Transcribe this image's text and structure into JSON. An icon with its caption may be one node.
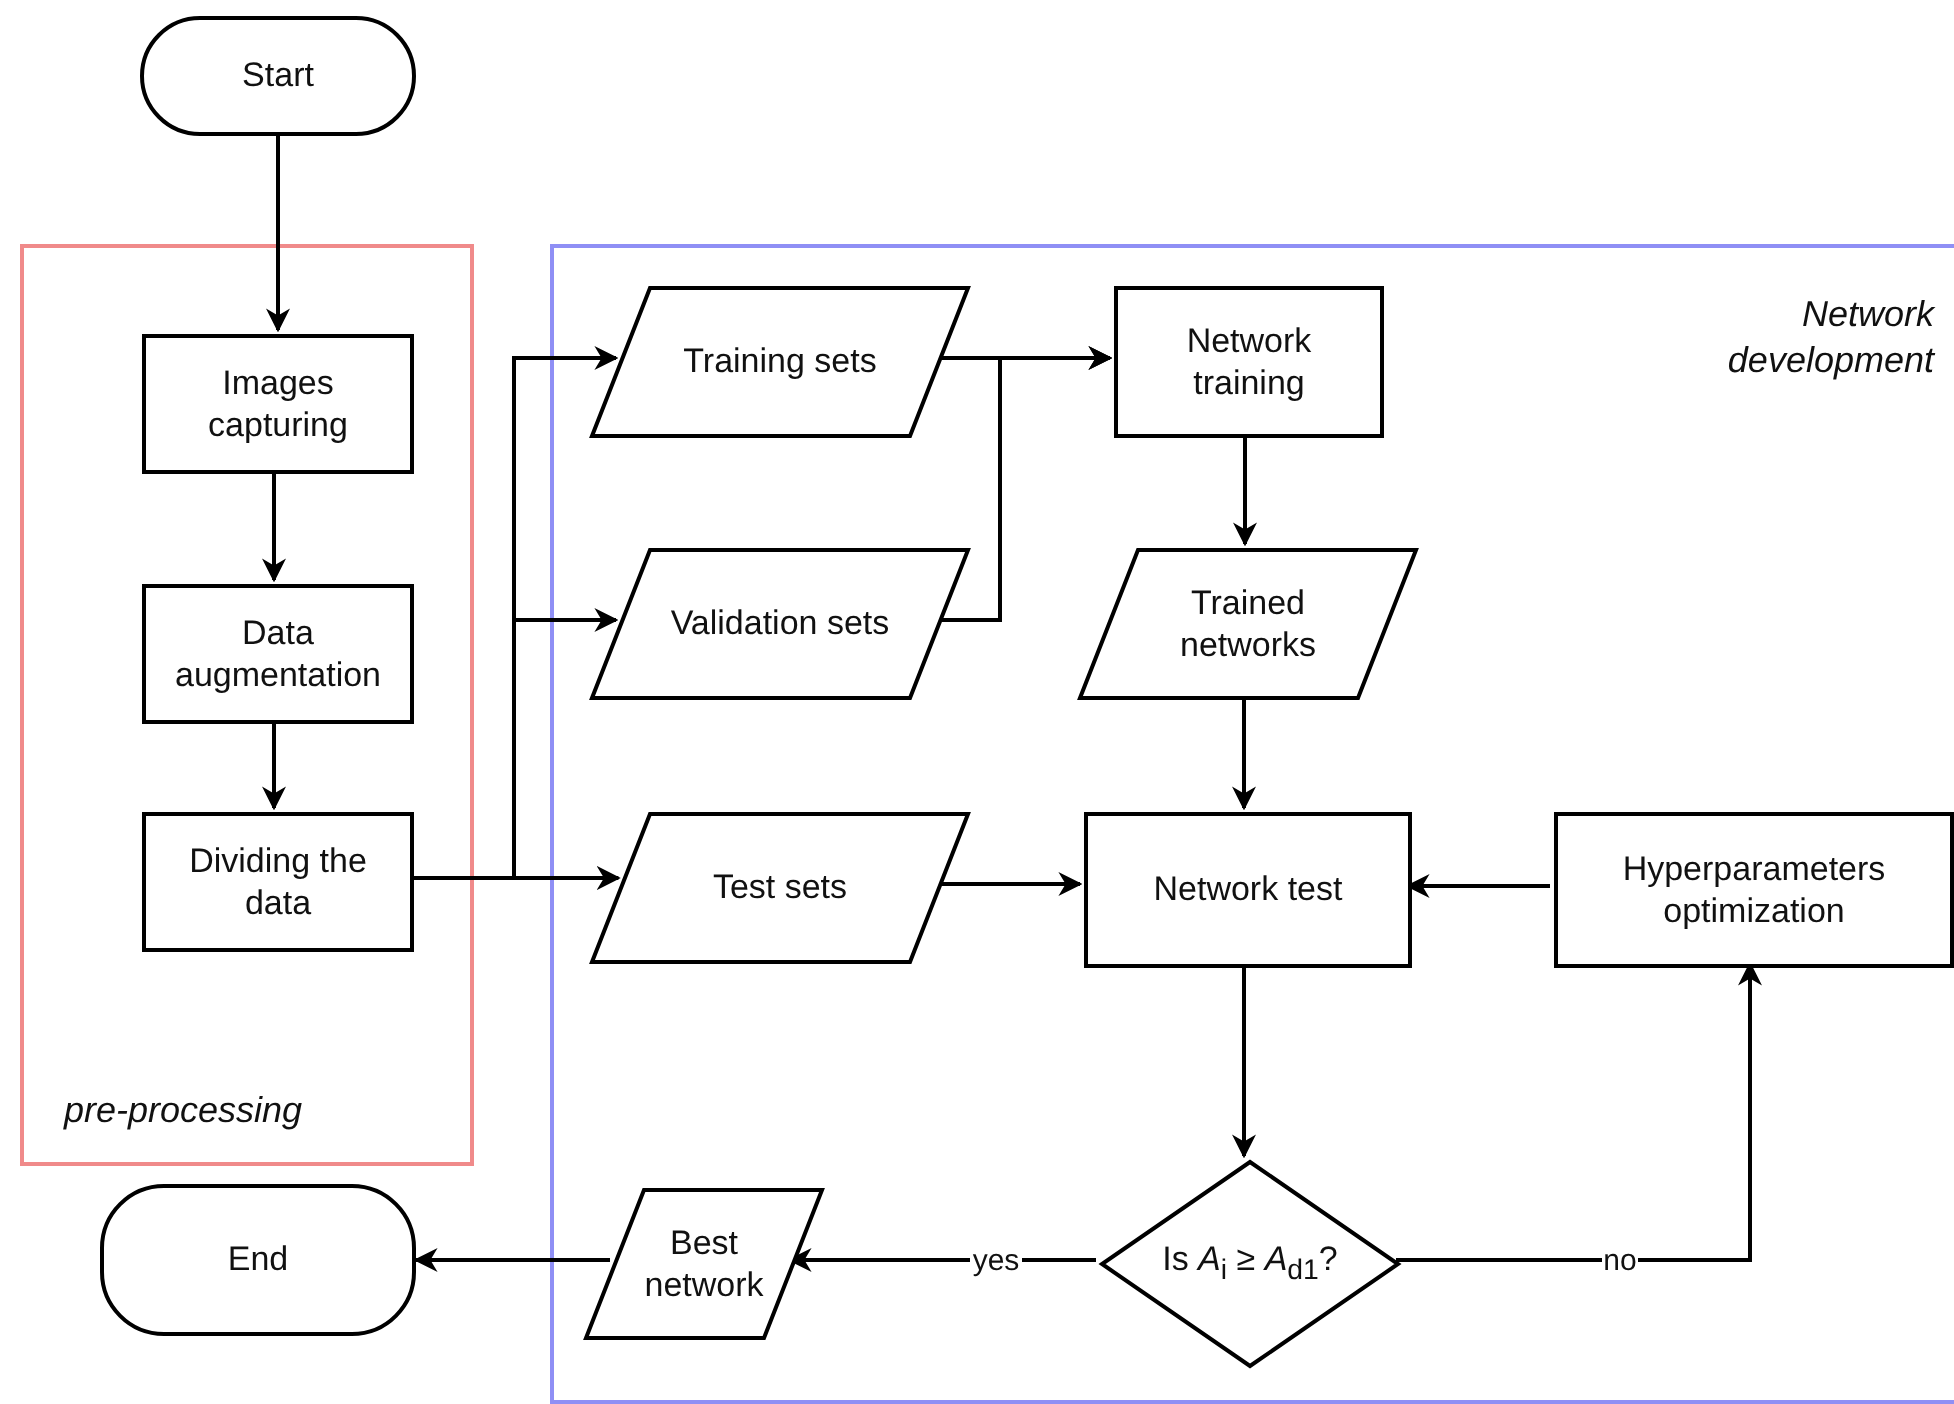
{
  "diagram": {
    "nodes": [
      {
        "text": [
          "Start"
        ]
      },
      {
        "text": [
          "pre-processing"
        ]
      },
      {
        "text": [
          "Images capturing"
        ],
        "in": 1
      },
      {
        "text": [
          "Data augmentation"
        ],
        "in": 1
      },
      {
        "text": [
          "Dividing the data"
        ],
        "in": 1
      },
      {
        "text": [
          "Network development"
        ]
      },
      {
        "text": [
          "Training sets"
        ],
        "in": 5
      },
      {
        "text": [
          "Validation sets"
        ],
        "in": 5
      },
      {
        "text": [
          "Test sets"
        ],
        "in": 5
      },
      {
        "text": [
          "Network training"
        ],
        "in": 5
      },
      {
        "text": [
          "Trained networks"
        ],
        "in": 5
      },
      {
        "text": [
          "Network test"
        ],
        "in": 5
      },
      {
        "text": [
          "Hyperparameters optimization"
        ],
        "in": 5
      },
      {
        "text": [
          "Is *A*$_{i}$ ≥ *A*$_{d1}$?"
        ],
        "in": 5
      },
      {
        "text": [
          "Best network"
        ],
        "in": 5
      },
      {
        "text": [
          "End"
        ]
      }
    ],
    "edges": [
      {
        "from": 0,
        "to": 2,
        "arrow": "to"
      },
      {
        "from": 2,
        "to": 3,
        "arrow": "to"
      },
      {
        "from": 3,
        "to": 4,
        "arrow": "to"
      },
      {
        "from": 4,
        "to": 6,
        "arrow": "to"
      },
      {
        "from": 4,
        "to": 7,
        "arrow": "to"
      },
      {
        "from": 4,
        "to": 8,
        "arrow": "to"
      },
      {
        "from": 6,
        "to": 9,
        "arrow": "to"
      },
      {
        "from": 7,
        "to": 9,
        "arrow": "to"
      },
      {
        "from": 9,
        "to": 10,
        "arrow": "to"
      },
      {
        "from": 10,
        "to": 11,
        "arrow": "to"
      },
      {
        "from": 8,
        "to": 11,
        "arrow": "to"
      },
      {
        "from": 12,
        "to": 11,
        "arrow": "to"
      },
      {
        "from": 11,
        "to": 13,
        "arrow": "to"
      },
      {
        "from": 13,
        "to": 14,
        "label": "yes",
        "arrow": "to"
      },
      {
        "from": 13,
        "to": 12,
        "label": "no",
        "arrow": "to"
      },
      {
        "from": 14,
        "to": 15,
        "arrow": "to"
      }
    ]
  }
}
